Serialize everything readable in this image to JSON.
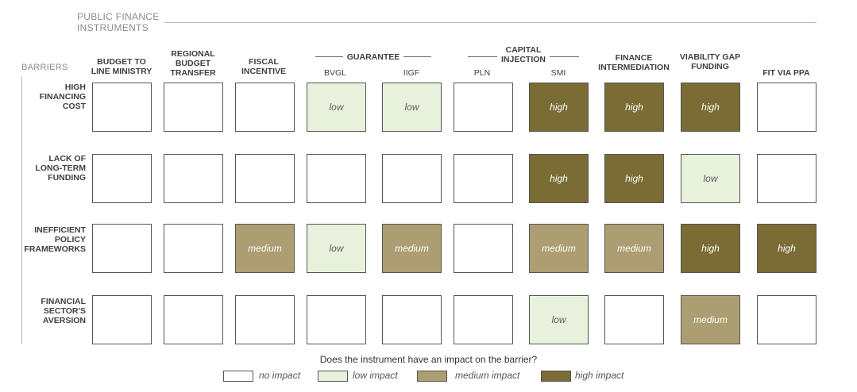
{
  "title": "PUBLIC FINANCE INSTRUMENTS",
  "barriers_heading": "BARRIERS",
  "group_guarantee": "GUARANTEE",
  "group_capital": "CAPITAL INJECTION",
  "columns": [
    {
      "label": "BUDGET TO LINE MINISTRY"
    },
    {
      "label": "REGIONAL BUDGET TRANSFER"
    },
    {
      "label": "FISCAL INCENTIVE"
    },
    {
      "label": "BVGL"
    },
    {
      "label": "IIGF"
    },
    {
      "label": "PLN"
    },
    {
      "label": "SMI"
    },
    {
      "label": "FINANCE INTERMEDIATION"
    },
    {
      "label": "VIABILITY GAP FUNDING"
    },
    {
      "label": "FIT VIA PPA"
    }
  ],
  "rows": [
    {
      "label": "HIGH FINANCING COST",
      "cells": [
        "",
        "",
        "",
        "low",
        "low",
        "",
        "high",
        "high",
        "high",
        ""
      ]
    },
    {
      "label": "LACK OF LONG-TERM FUNDING",
      "cells": [
        "",
        "",
        "",
        "",
        "",
        "",
        "high",
        "high",
        "low",
        ""
      ]
    },
    {
      "label": "INEFFICIENT POLICY FRAMEWORKS",
      "cells": [
        "",
        "",
        "medium",
        "low",
        "medium",
        "",
        "medium",
        "medium",
        "high",
        "high"
      ]
    },
    {
      "label": "FINANCIAL SECTOR'S AVERSION",
      "cells": [
        "",
        "",
        "",
        "",
        "",
        "",
        "low",
        "",
        "medium",
        ""
      ]
    }
  ],
  "legend": {
    "question": "Does the instrument have an impact on the barrier?",
    "items": [
      {
        "level": "none",
        "label": "no impact"
      },
      {
        "level": "low",
        "label": "low impact"
      },
      {
        "level": "medium",
        "label": "medium impact"
      },
      {
        "level": "high",
        "label": "high impact"
      }
    ]
  },
  "colors": {
    "none": "#ffffff",
    "low": "#e8f1dc",
    "medium": "#ac9e72",
    "high": "#7a6c34"
  }
}
